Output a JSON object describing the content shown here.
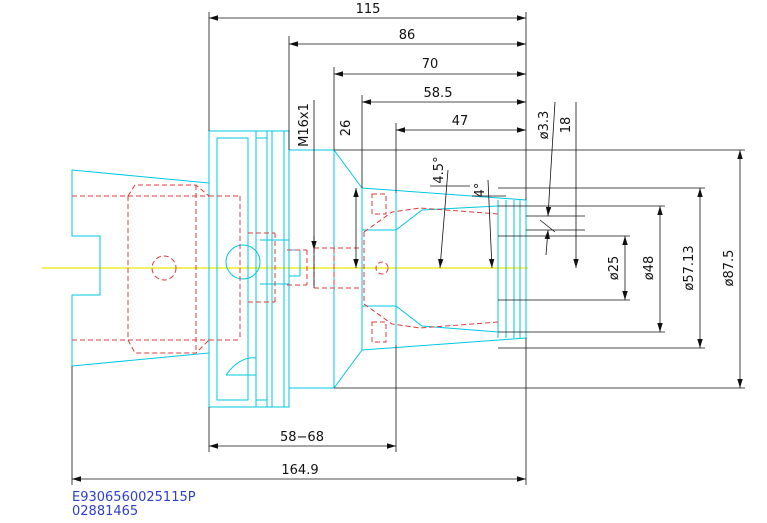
{
  "colors": {
    "outline": "#00c8e0",
    "hidden": "#e03a3a",
    "dimension": "#111111",
    "centerline": "#e8e800",
    "part_number": "#2f3fcf"
  },
  "dimensions": {
    "len_115": "115",
    "len_86": "86",
    "len_70": "70",
    "len_58_5": "58.5",
    "len_47": "47",
    "len_26": "26",
    "thread": "M16x1",
    "dia_3_3": "ø3.3",
    "len_18": "18",
    "angle_4_5": "4.5°",
    "angle_4": "4°",
    "dia_25": "ø25",
    "dia_48": "ø48",
    "dia_57_13": "ø57.13",
    "dia_87_5": "ø87.5",
    "range_58_68": "58−68",
    "len_164_9": "164.9"
  },
  "part": {
    "code": "E9306560025115P",
    "serial": "02881465"
  }
}
